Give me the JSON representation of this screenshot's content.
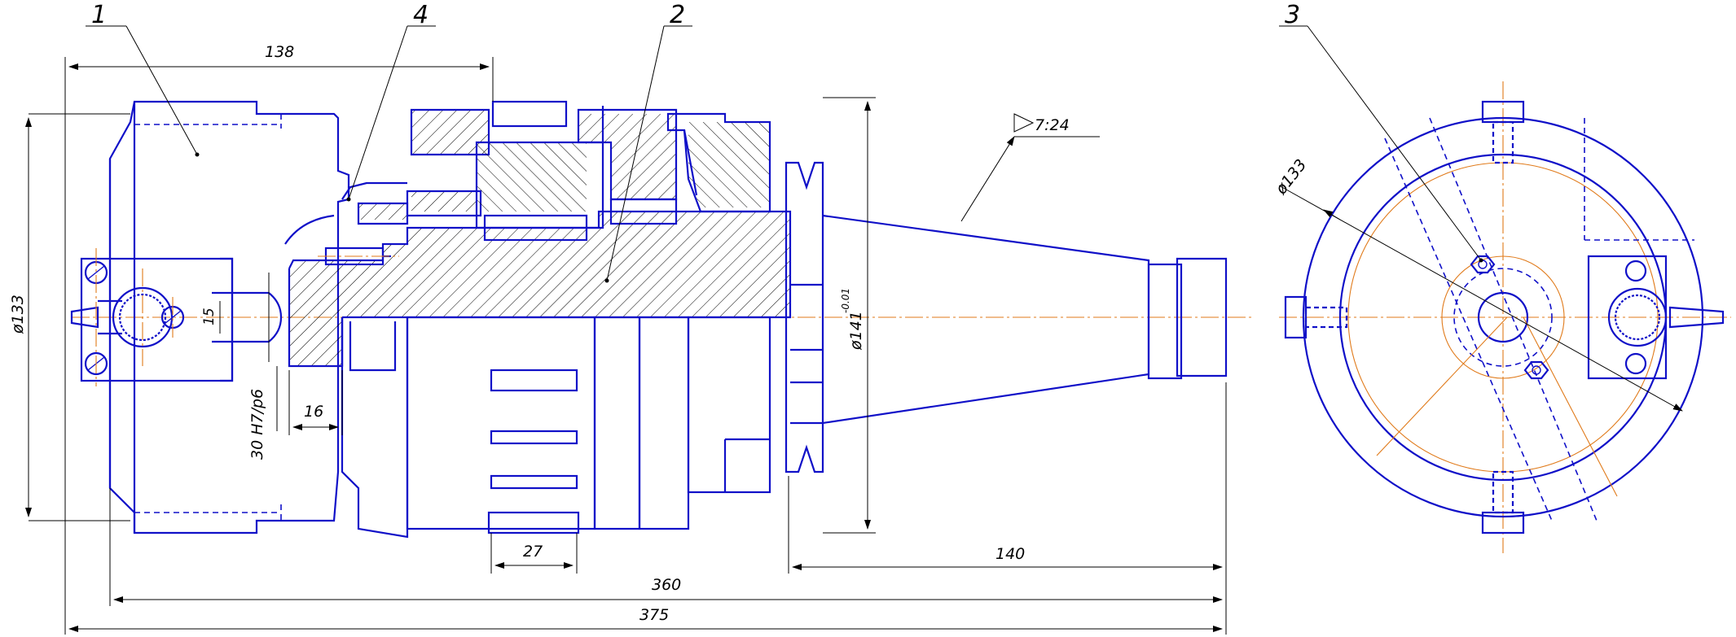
{
  "drawing": {
    "type": "engineering assembly drawing",
    "colors": {
      "outline": "#1010c8",
      "centerline": "#e07a1a",
      "dimension": "#000000"
    },
    "callouts": [
      "1",
      "4",
      "2",
      "3"
    ],
    "dimensions": {
      "d138": "138",
      "d133_left": "ø133",
      "d15": "15",
      "d16": "16",
      "fit": "30 H7/p6",
      "d27": "27",
      "d141": "ø141",
      "d141_tol": "-0.01",
      "taper": "7:24",
      "d140": "140",
      "d360": "360",
      "d375": "375",
      "d133_right": "ø133"
    }
  }
}
